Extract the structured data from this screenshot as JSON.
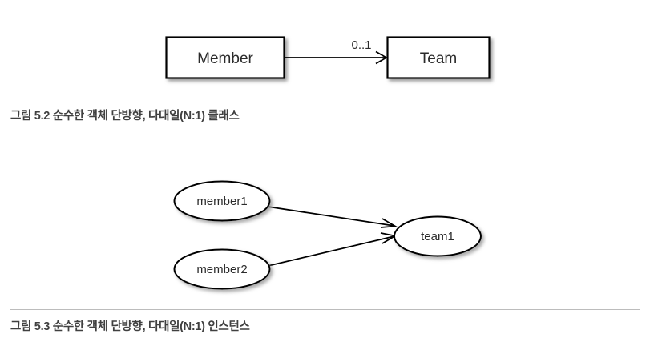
{
  "document": {
    "background_color": "#ffffff",
    "text_color": "#3c3c3c"
  },
  "figures": [
    {
      "id": "figure-class",
      "caption": "그림 5.2 순수한 객체 단방향, 다대일(N:1) 클래스",
      "type": "uml-class-diagram",
      "nodes": [
        {
          "id": "member",
          "label": "Member",
          "shape": "rectangle"
        },
        {
          "id": "team",
          "label": "Team",
          "shape": "rectangle"
        }
      ],
      "edges": [
        {
          "from": "member",
          "to": "team",
          "label": "0..1",
          "arrow": "open"
        }
      ]
    },
    {
      "id": "figure-inst",
      "caption": "그림 5.3 순수한 객체 단방향, 다대일(N:1) 인스턴스",
      "type": "uml-object-diagram",
      "nodes": [
        {
          "id": "member1",
          "label": "member1",
          "shape": "ellipse"
        },
        {
          "id": "member2",
          "label": "member2",
          "shape": "ellipse"
        },
        {
          "id": "team1",
          "label": "team1",
          "shape": "ellipse"
        }
      ],
      "edges": [
        {
          "from": "member1",
          "to": "team1",
          "label": "",
          "arrow": "open"
        },
        {
          "from": "member2",
          "to": "team1",
          "label": "",
          "arrow": "open"
        }
      ]
    }
  ],
  "colors": {
    "shape_stroke": "#000000",
    "shape_fill": "#ffffff",
    "rule": "#bcbcbc",
    "caption_text": "#404040",
    "node_text": "#2b2b2b"
  }
}
